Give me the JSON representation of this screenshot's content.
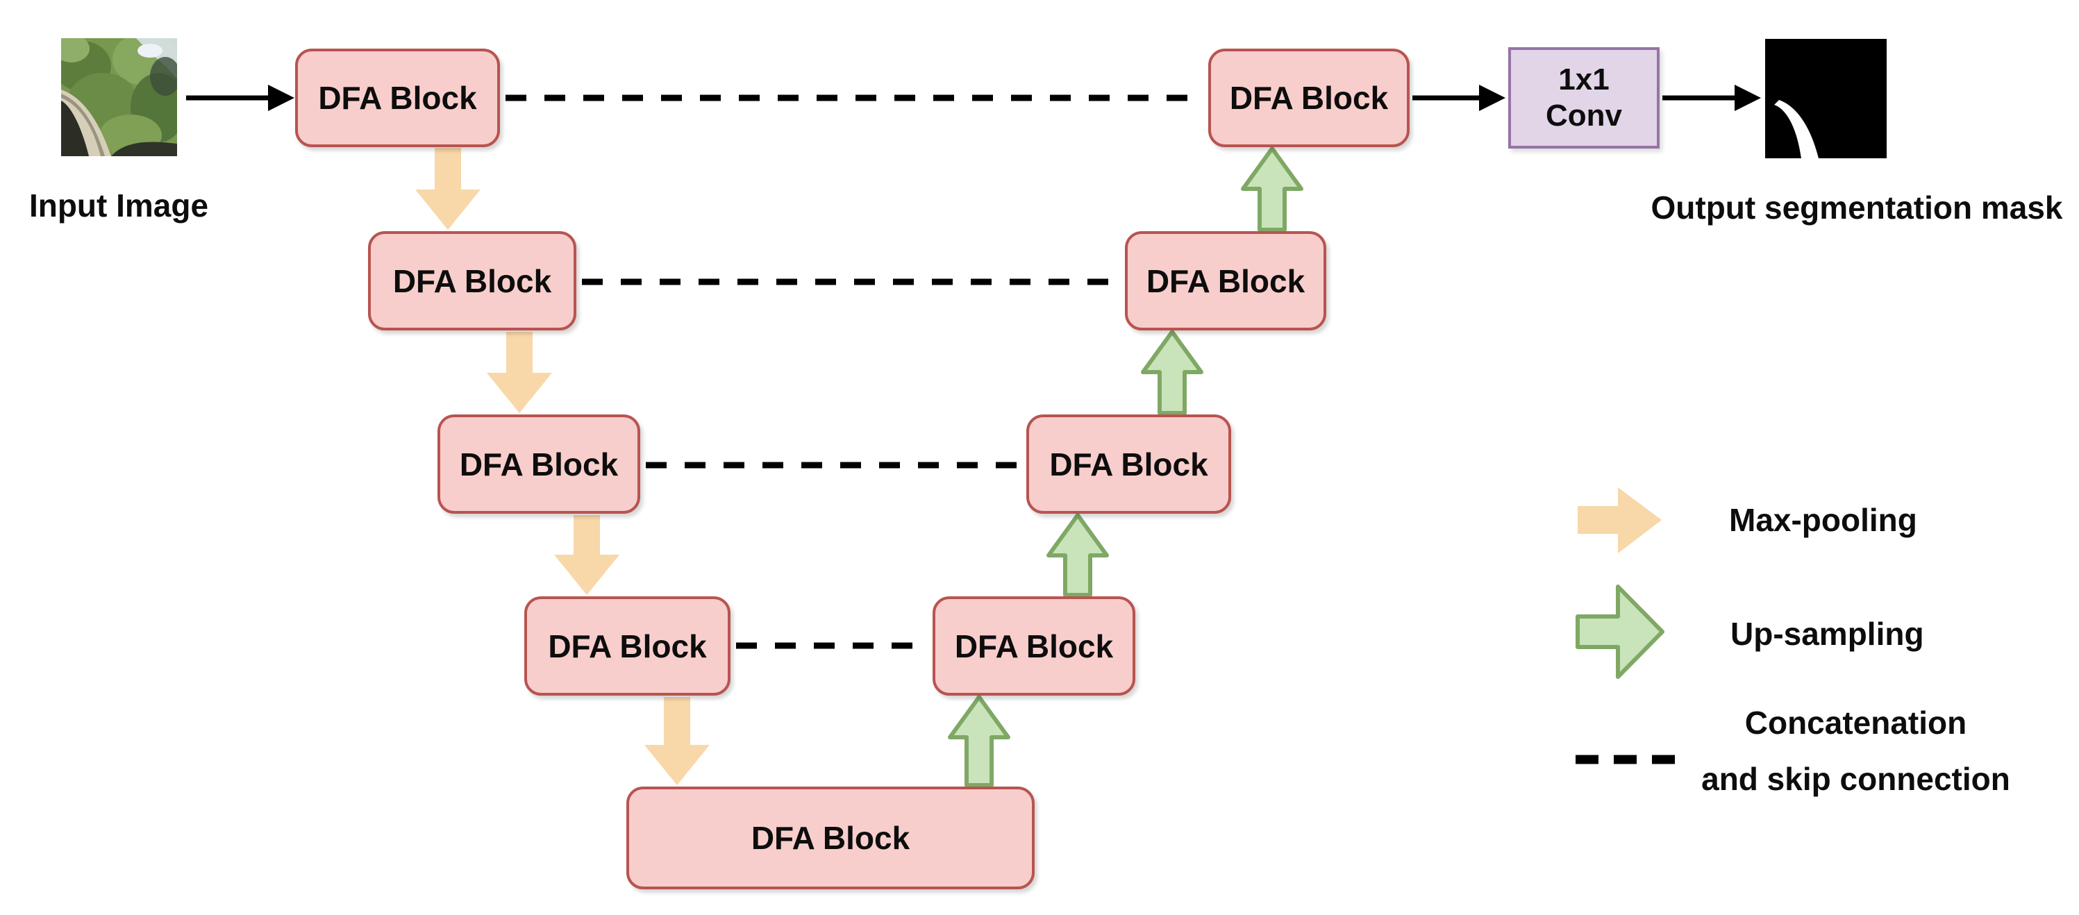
{
  "figure": {
    "input_caption": "Input Image",
    "output_caption": "Output segmentation mask"
  },
  "blocks": [
    {
      "id": "encoder-1",
      "label": "DFA Block"
    },
    {
      "id": "encoder-2",
      "label": "DFA Block"
    },
    {
      "id": "encoder-3",
      "label": "DFA Block"
    },
    {
      "id": "encoder-4",
      "label": "DFA Block"
    },
    {
      "id": "bottleneck",
      "label": "DFA Block"
    },
    {
      "id": "decoder-4",
      "label": "DFA Block"
    },
    {
      "id": "decoder-3",
      "label": "DFA Block"
    },
    {
      "id": "decoder-2",
      "label": "DFA Block"
    },
    {
      "id": "decoder-1",
      "label": "DFA Block"
    }
  ],
  "conv_block": {
    "line1": "1x1",
    "line2": "Conv"
  },
  "legend": {
    "max_pooling_label": "Max-pooling",
    "up_sampling_label": "Up-sampling",
    "skip_label_line1": "Concatenation",
    "skip_label_line2": "and skip connection"
  },
  "colors": {
    "dfa_block_fill": "#F8CECC",
    "dfa_block_border": "#B85450",
    "conv_fill": "#E1D5E7",
    "conv_border": "#9673A6",
    "max_pooling_arrow": "#F8D7A9",
    "up_sampling_fill": "#C9E3BA",
    "up_sampling_border": "#7FA865",
    "connector": "#000000",
    "background": "#FFFFFF"
  }
}
